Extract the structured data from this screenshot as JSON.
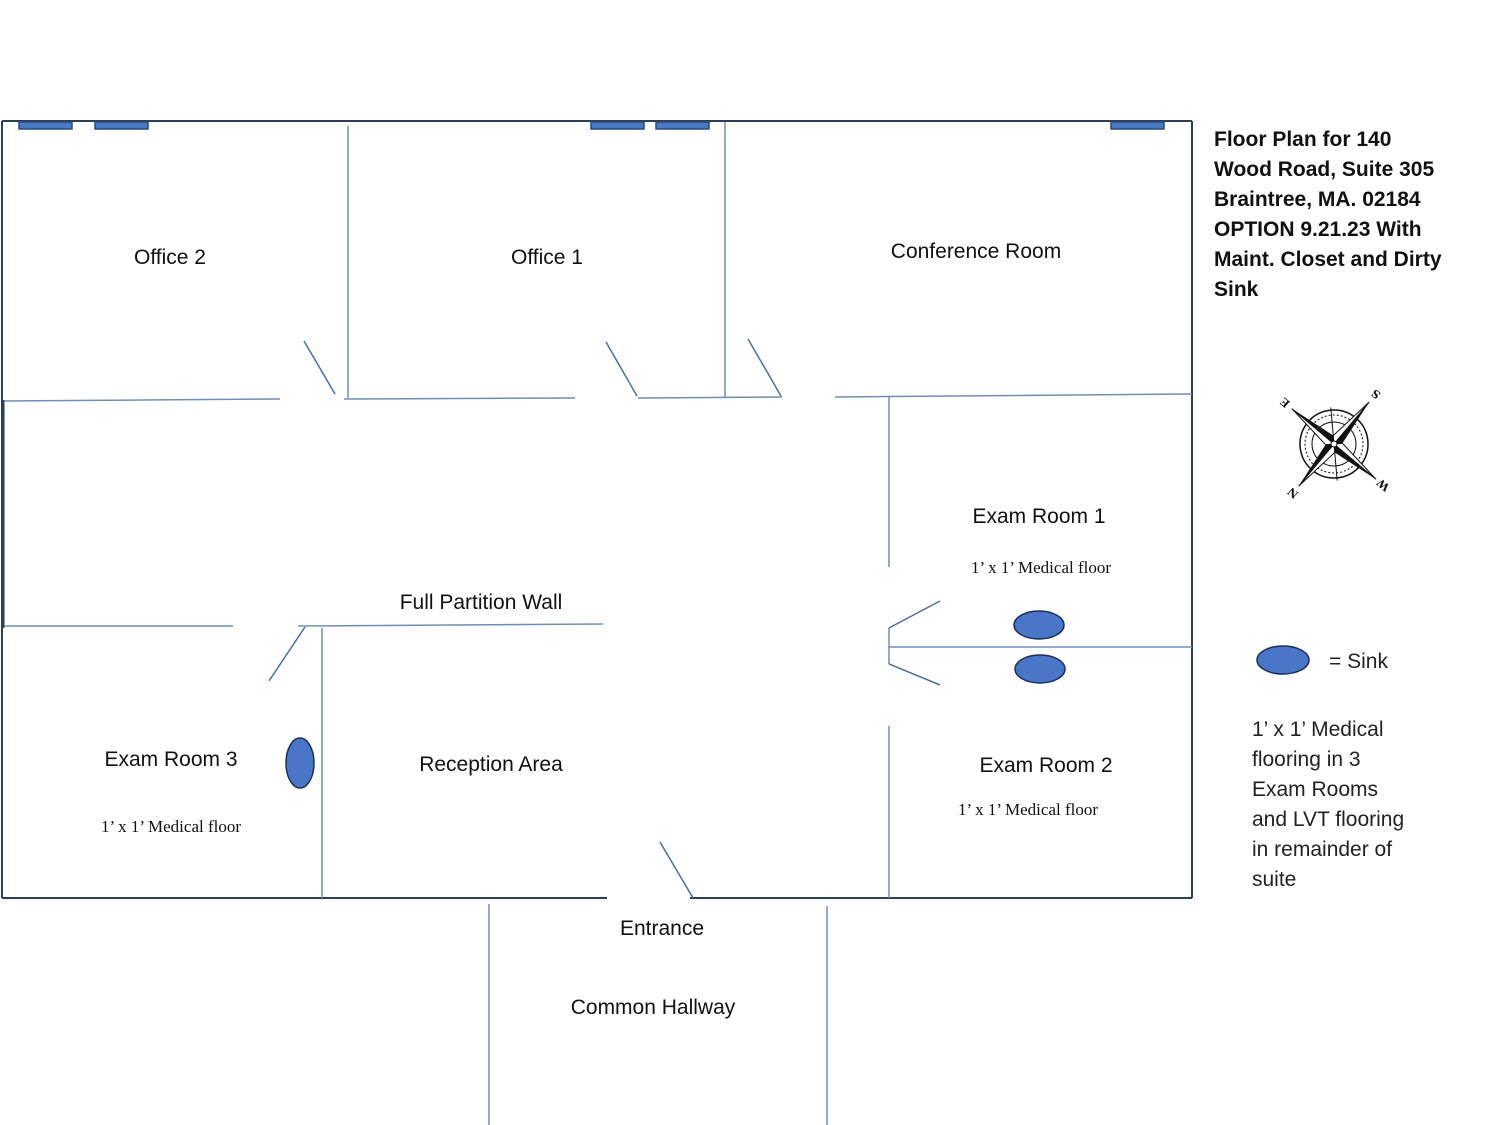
{
  "title_lines": [
    "Floor Plan for 140",
    "Wood Road, Suite 305",
    "Braintree, MA. 02184",
    "OPTION 9.21.23 With",
    "Maint. Closet and Dirty",
    "Sink"
  ],
  "rooms": {
    "office_2": "Office 2",
    "office_1": "Office 1",
    "conference_room": "Conference Room",
    "exam_room_1": "Exam Room 1",
    "exam_room_2": "Exam Room 2",
    "exam_room_3": "Exam Room 3",
    "reception_area": "Reception Area",
    "full_partition_wall": "Full Partition Wall",
    "entrance": "Entrance",
    "common_hallway": "Common Hallway"
  },
  "floor_notes": {
    "exam_room_1": "1’ x 1’ Medical floor",
    "exam_room_2": "1’ x 1’ Medical floor",
    "exam_room_3": "1’ x 1’ Medical floor"
  },
  "legend": {
    "sink_label": "= Sink",
    "flooring_lines": [
      "1’ x 1’ Medical",
      "flooring in 3",
      "Exam Rooms",
      "and LVT flooring",
      "in remainder of",
      "suite"
    ]
  },
  "compass": {
    "icon": "compass-rose-icon",
    "letters": [
      "N",
      "E",
      "S",
      "W"
    ]
  },
  "colors": {
    "sink": "#4a76c7",
    "window": "#4a7ac4",
    "wall": "#6f8fb8",
    "outer_wall": "#2b3f57"
  }
}
